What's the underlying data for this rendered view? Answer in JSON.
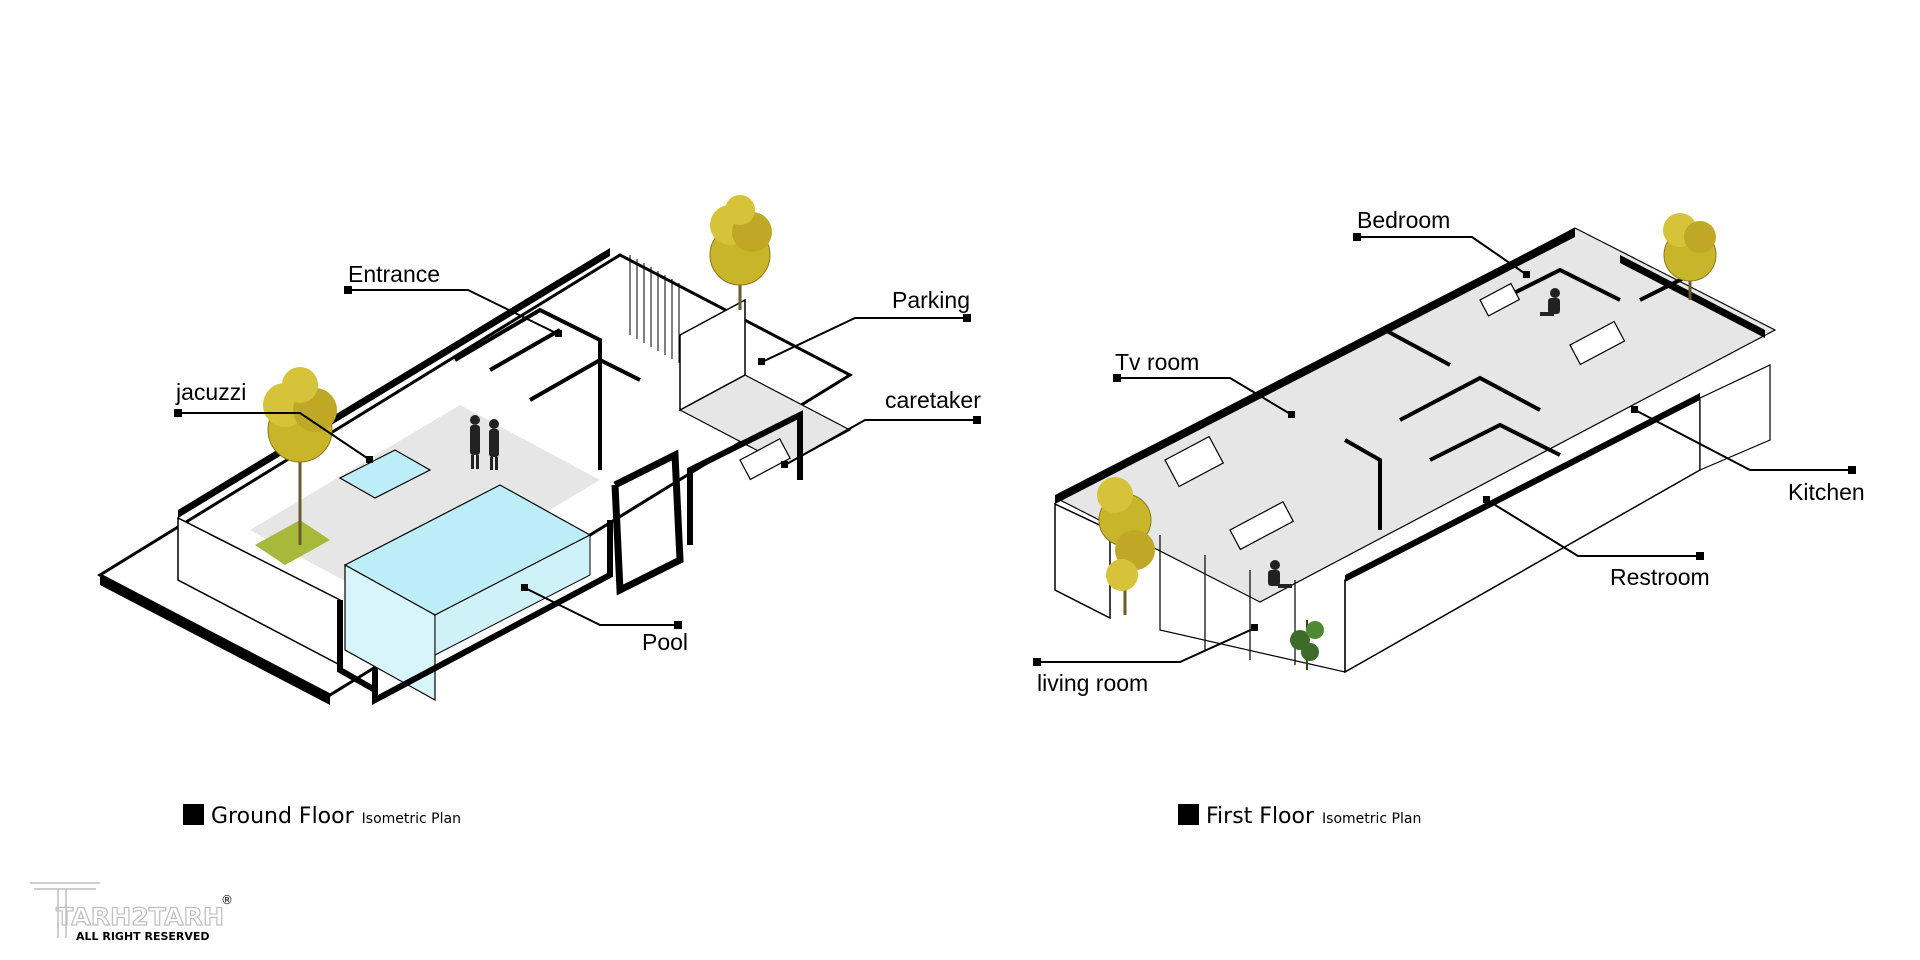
{
  "ground_floor": {
    "labels": {
      "entrance": "Entrance",
      "parking": "Parking",
      "jacuzzi": "jacuzzi",
      "caretaker": "caretaker",
      "pool": "Pool"
    },
    "caption_title": "Ground Floor",
    "caption_sub": "Isometric Plan"
  },
  "first_floor": {
    "labels": {
      "bedroom": "Bedroom",
      "tv_room": "Tv room",
      "kitchen": "Kitchen",
      "restroom": "Restroom",
      "living_room": "living room"
    },
    "caption_title": "First Floor",
    "caption_sub": "Isometric Plan"
  },
  "watermark": {
    "brand": "TARH2TARH",
    "rights": "ALL RIGHT RESERVED",
    "mark": "®"
  },
  "colors": {
    "wall": "#000000",
    "pool_water": "#bdeef8",
    "floor": "#e6e6e6",
    "tree": "#c9b52a",
    "grass": "#a7b93a",
    "watermark": "#bfbfbf"
  }
}
